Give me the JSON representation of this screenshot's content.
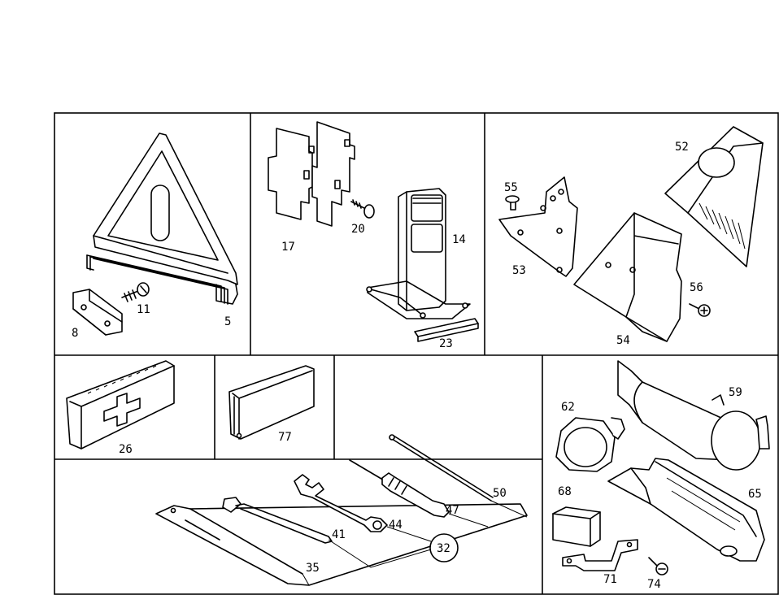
{
  "diagram": {
    "panels": {
      "warning_triangle": {
        "labels": [
          "8",
          "11",
          "5"
        ]
      },
      "warning_lamp": {
        "labels": [
          "17",
          "20",
          "14",
          "23"
        ]
      },
      "brackets": {
        "labels": [
          "52",
          "55",
          "53",
          "56",
          "54"
        ]
      },
      "first_aid": {
        "labels": [
          "26"
        ]
      },
      "manual_case": {
        "labels": [
          "77"
        ]
      },
      "tools": {
        "labels": [
          "50",
          "47",
          "44",
          "41",
          "35",
          "32"
        ]
      },
      "spare_parts": {
        "labels": [
          "59",
          "62",
          "68",
          "65",
          "71",
          "74"
        ]
      }
    }
  }
}
